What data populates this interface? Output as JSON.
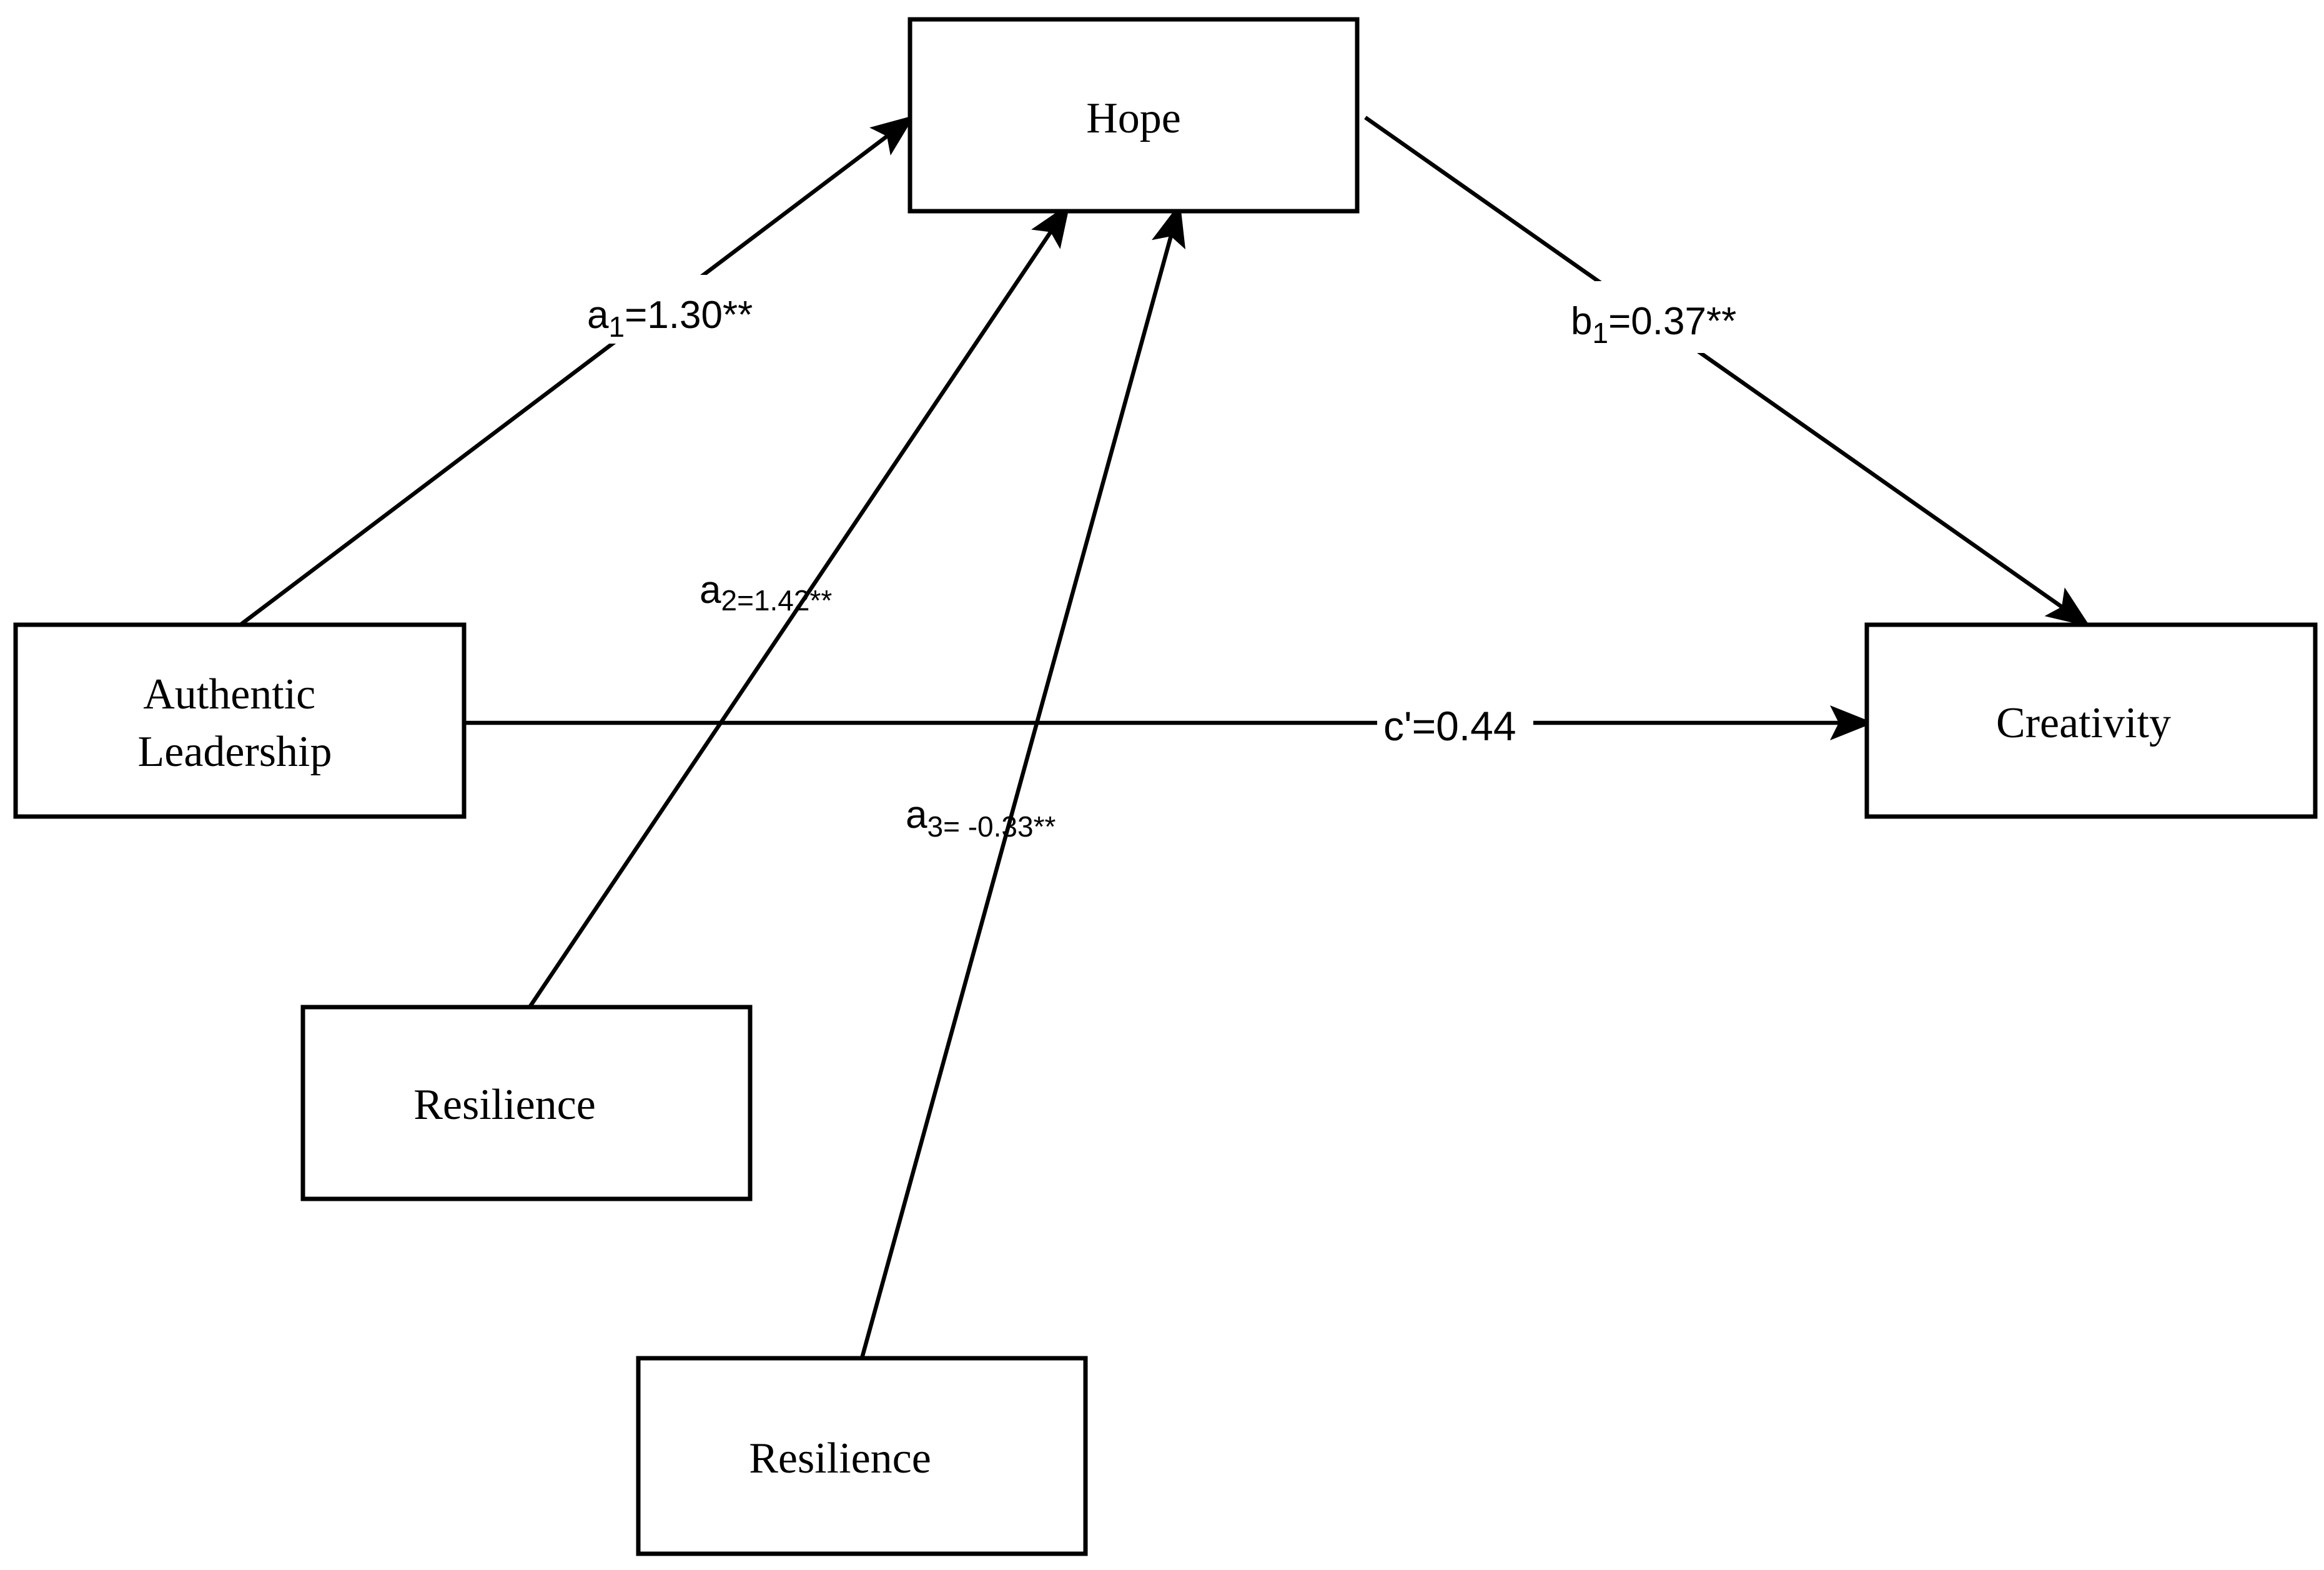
{
  "nodes": {
    "hope": "Hope",
    "authentic_leadership": [
      "Authentic",
      "Leadership"
    ],
    "creativity": "Creativity",
    "resilience_1": "Resilience",
    "resilience_2": "Resilience"
  },
  "edges": {
    "a1": {
      "main": "a",
      "sub": "1",
      "rest": "=1.30**"
    },
    "a2": {
      "main": "a",
      "sub": "2",
      "rest": "=1.42**"
    },
    "a3": {
      "main": "a",
      "sub": "3",
      "rest": "= -0.33**"
    },
    "b1": {
      "main": "b",
      "sub": "1",
      "rest": "=0.37**"
    },
    "c_prime": "c'=0.44"
  },
  "colors": {
    "stroke": "#000000",
    "background": "#ffffff"
  }
}
